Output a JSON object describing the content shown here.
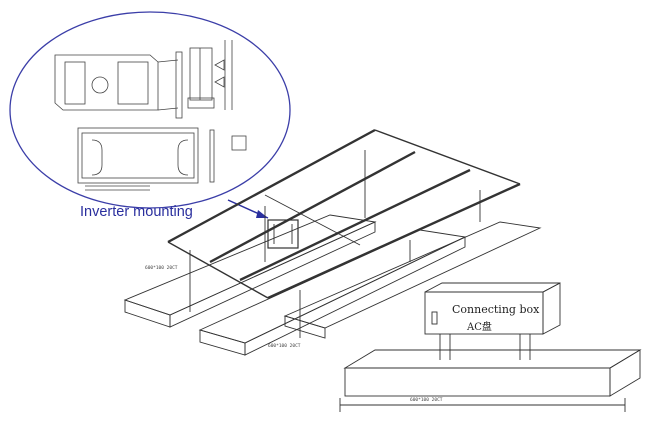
{
  "labels": {
    "inverter_mounting": "Inverter mounting",
    "connecting_box": "Connecting box",
    "ac_panel": "AC盘",
    "foundation_1": "600*100 20CT",
    "foundation_2": "600*100 20CT",
    "foundation_3": "600*100 20CT"
  },
  "colors": {
    "callout_text": "#2a2f9e",
    "ellipse": "#3b3ea8",
    "line": "#333333"
  }
}
